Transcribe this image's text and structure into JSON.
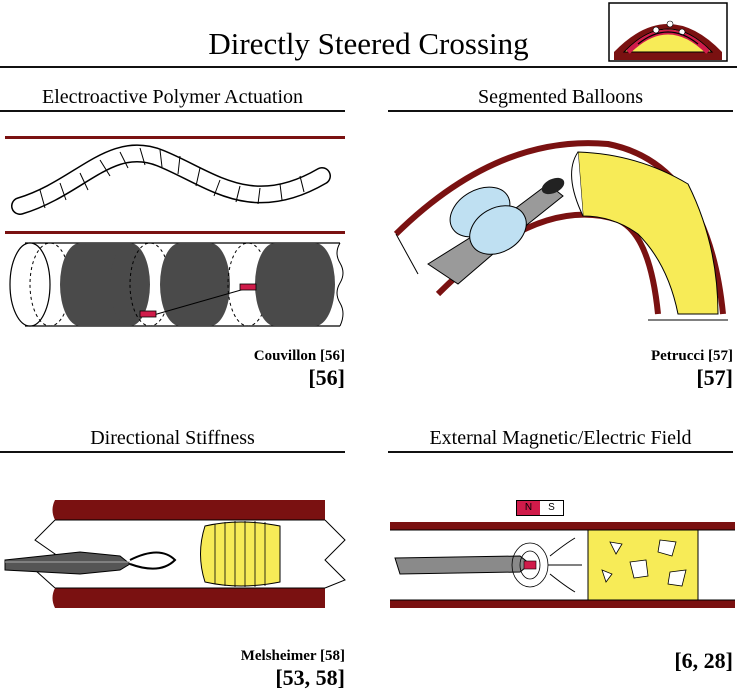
{
  "page": {
    "title": "Directly Steered Crossing",
    "header_icon": "vessel-occlusion-icon"
  },
  "panels": [
    {
      "title": "Electroactive Polymer Actuation",
      "author": "Couvillon [56]",
      "ref": "[56]"
    },
    {
      "title": "Segmented Balloons",
      "author": "Petrucci [57]",
      "ref": "[57]"
    },
    {
      "title": "Directional Stiffness",
      "author": "Melsheimer [58]",
      "ref": "[53, 58]"
    },
    {
      "title": "External Magnetic/Electric Field",
      "author": "",
      "ref": "[6, 28]"
    }
  ],
  "magnet": {
    "north": "N",
    "south": "S"
  },
  "colors": {
    "vessel_wall": "#7a1111",
    "occlusion": "#f7eb57",
    "balloon": "#bfe0f2",
    "marker": "#d01b4a",
    "device": "#8a8a8a"
  }
}
